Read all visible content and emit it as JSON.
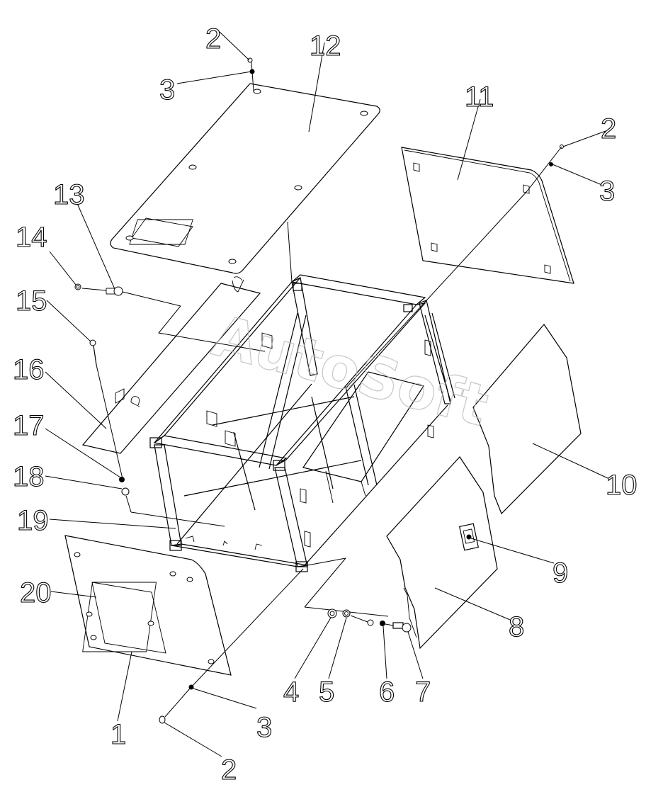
{
  "watermark": "AutoSoft",
  "callouts": [
    {
      "id": "c-2-top",
      "text": "2"
    },
    {
      "id": "c-12",
      "text": "12"
    },
    {
      "id": "c-3-top",
      "text": "3"
    },
    {
      "id": "c-11",
      "text": "11"
    },
    {
      "id": "c-2-right",
      "text": "2"
    },
    {
      "id": "c-3-right",
      "text": "3"
    },
    {
      "id": "c-13",
      "text": "13"
    },
    {
      "id": "c-14",
      "text": "14"
    },
    {
      "id": "c-15",
      "text": "15"
    },
    {
      "id": "c-16",
      "text": "16"
    },
    {
      "id": "c-17",
      "text": "17"
    },
    {
      "id": "c-18",
      "text": "18"
    },
    {
      "id": "c-19",
      "text": "19"
    },
    {
      "id": "c-10",
      "text": "10"
    },
    {
      "id": "c-9",
      "text": "9"
    },
    {
      "id": "c-20",
      "text": "20"
    },
    {
      "id": "c-8",
      "text": "8"
    },
    {
      "id": "c-4",
      "text": "4"
    },
    {
      "id": "c-5",
      "text": "5"
    },
    {
      "id": "c-6",
      "text": "6"
    },
    {
      "id": "c-7",
      "text": "7"
    },
    {
      "id": "c-1",
      "text": "1"
    },
    {
      "id": "c-3-bottom",
      "text": "3"
    },
    {
      "id": "c-2-bottom",
      "text": "2"
    }
  ]
}
